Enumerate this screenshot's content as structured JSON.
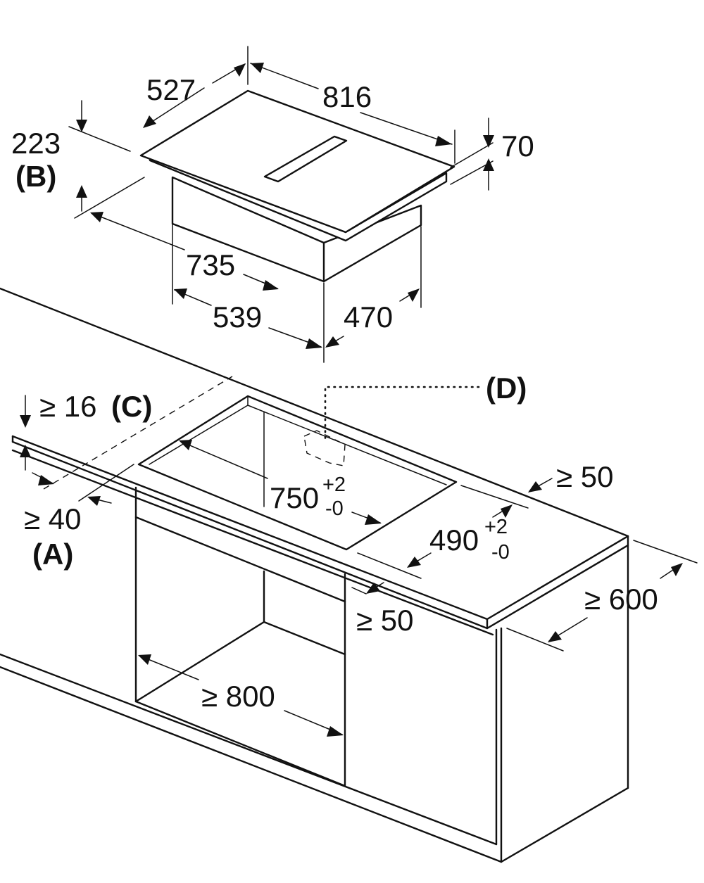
{
  "colors": {
    "line": "#111111",
    "background": "#ffffff"
  },
  "hob": {
    "depth": "527",
    "width": "816",
    "total_height": "223",
    "label_b": "(B)",
    "hob_height": "70",
    "body_width": "735",
    "body_width_bottom": "539",
    "body_depth": "470"
  },
  "worktop": {
    "clearance_top": "≥ 16",
    "label_c": "(C)",
    "front_clearance": "≥ 40",
    "label_a": "(A)",
    "label_d": "(D)",
    "rear_clearance": "≥ 50",
    "cutout_width": "750",
    "cutout_width_tol_plus": "+2",
    "cutout_width_tol_minus": "-0",
    "cutout_depth": "490",
    "cutout_depth_tol_plus": "+2",
    "cutout_depth_tol_minus": "-0",
    "side_clearance": "≥ 50",
    "worktop_depth": "≥ 600",
    "cabinet_width": "≥ 800"
  }
}
